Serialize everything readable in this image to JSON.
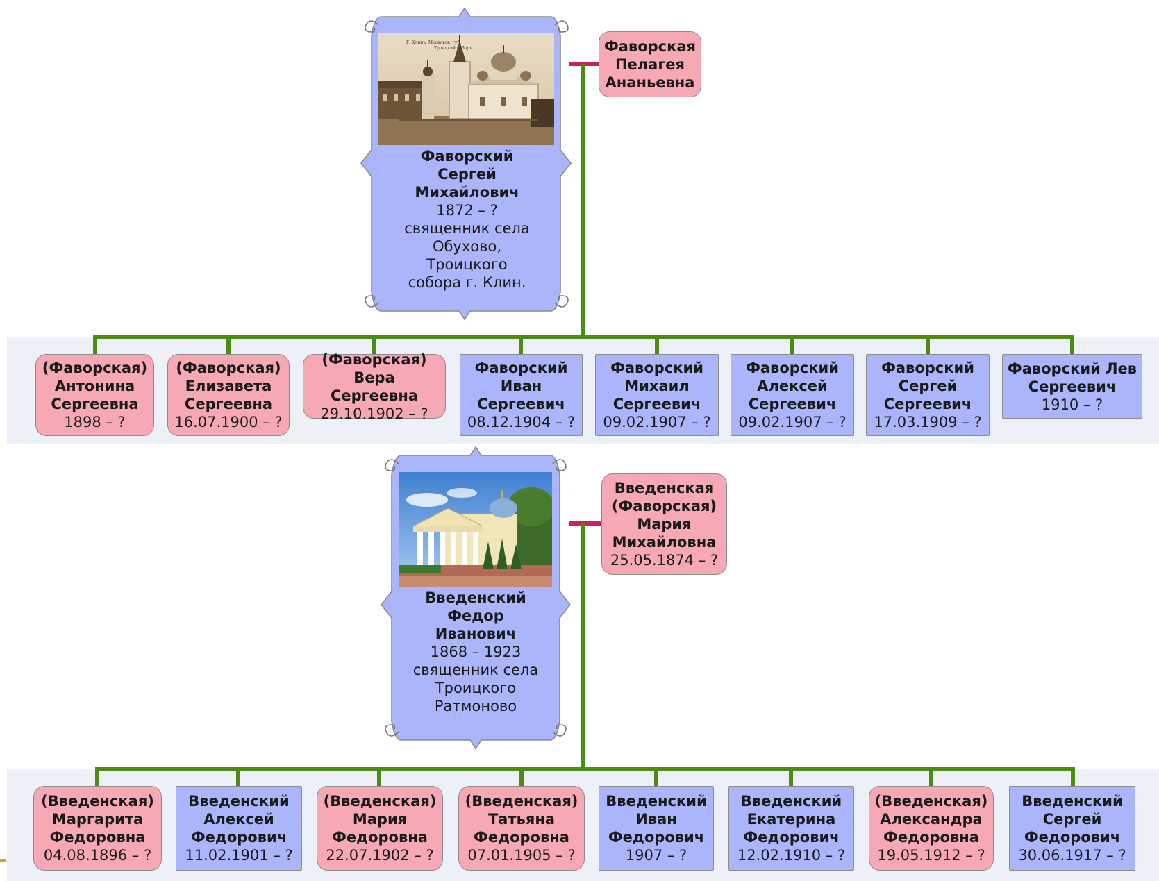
{
  "colors": {
    "female": "#f6a8b4",
    "male": "#aab5fb",
    "parent_frame": "#aab5fb",
    "connector_child": "#4d8c12",
    "connector_spouse": "#c8245c",
    "band": "#eef0f8"
  },
  "families": [
    {
      "father": {
        "name": "Фаворский\nСергей\nМихайлович",
        "dates": "1872 – ?",
        "note": "священник села\nОбухово,\nТроицкого\nсобора г. Клин.",
        "photo": "sepia-church-photo"
      },
      "mother": {
        "name": "Фаворская\nПелагея\nАнаньевна",
        "dates": ""
      },
      "children": [
        {
          "sex": "f",
          "name": "(Фаворская)\nАнтонина\nСергеевна",
          "dates": "1898 – ?"
        },
        {
          "sex": "f",
          "name": "(Фаворская)\nЕлизавета\nСергеевна",
          "dates": "16.07.1900 – ?"
        },
        {
          "sex": "f",
          "name": "(Фаворская)\nВера Сергеевна",
          "dates": "29.10.1902 – ?"
        },
        {
          "sex": "m",
          "name": "Фаворский\nИван\nСергеевич",
          "dates": "08.12.1904 – ?"
        },
        {
          "sex": "m",
          "name": "Фаворский\nМихаил\nСергеевич",
          "dates": "09.02.1907 – ?"
        },
        {
          "sex": "m",
          "name": "Фаворский\nАлексей\nСергеевич",
          "dates": "09.02.1907 – ?"
        },
        {
          "sex": "m",
          "name": "Фаворский\nСергей\nСергеевич",
          "dates": "17.03.1909 – ?"
        },
        {
          "sex": "m",
          "name": "Фаворский Лев\nСергеевич",
          "dates": "1910 – ?"
        }
      ]
    },
    {
      "father": {
        "name": "Введенский\nФедор\nИванович",
        "dates": "1868 – 1923",
        "note": "священник села\nТроицкого\nРатмоново",
        "photo": "church-color-photo"
      },
      "mother": {
        "name": "Введенская\n(Фаворская)\nМария\nМихайловна",
        "dates": "25.05.1874 – ?"
      },
      "children": [
        {
          "sex": "f",
          "name": "(Введенская)\nМаргарита\nФедоровна",
          "dates": "04.08.1896 – ?"
        },
        {
          "sex": "m",
          "name": "Введенский\nАлексей\nФедорович",
          "dates": "11.02.1901 – ?"
        },
        {
          "sex": "f",
          "name": "(Введенская)\nМария\nФедоровна",
          "dates": "22.07.1902 – ?"
        },
        {
          "sex": "f",
          "name": "(Введенская)\nТатьяна\nФедоровна",
          "dates": "07.01.1905 – ?"
        },
        {
          "sex": "m",
          "name": "Введенский\nИван\nФедорович",
          "dates": "1907 – ?"
        },
        {
          "sex": "m",
          "name": "Введенский\nЕкатерина\nФедорович",
          "dates": "12.02.1910 – ?"
        },
        {
          "sex": "f",
          "name": "(Введенская)\nАлександра\nФедоровна",
          "dates": "19.05.1912 – ?"
        },
        {
          "sex": "m",
          "name": "Введенский\nСергей\nФедорович",
          "dates": "30.06.1917 – ?"
        }
      ]
    }
  ]
}
